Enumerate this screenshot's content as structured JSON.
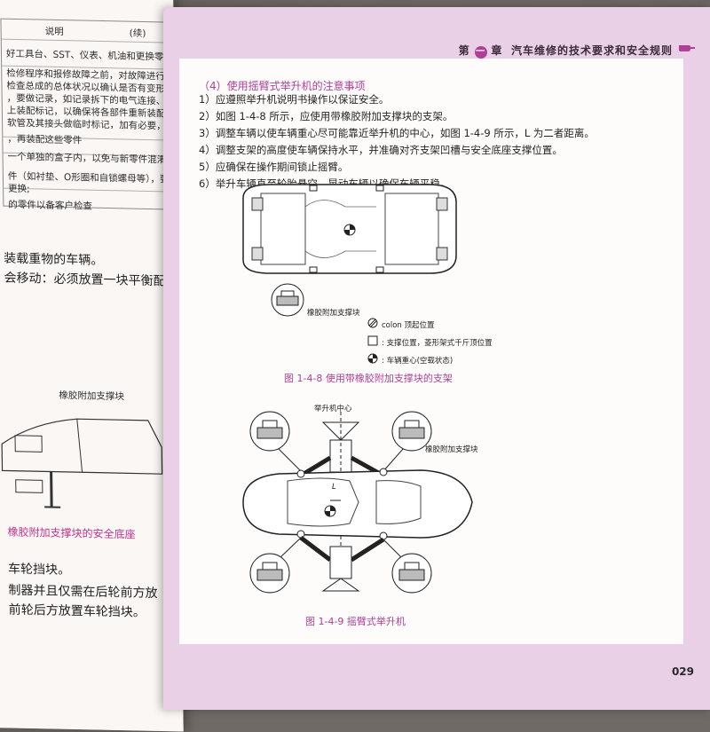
{
  "left_page": {
    "table_header": "说明",
    "table_header_cont": "(续)",
    "table_lines": [
      "好工具台、SST、仪表、机油和更换零件",
      "检修程序和报修故障之前，对故障进行诊断",
      "检查总成的总体状况以确认是否有变形和损坏",
      "，要做记录，如记录拆下的电气连接、螺栓或",
      "上装配标记，以确保将各部件重新装配到原来",
      "软管及其接头做临时标记，加有必要，请注明",
      "，再装配这些零件",
      "一个单独的盒子内，以免与新零件混淆或弄",
      "件（如衬垫、O形圈和自锁螺母等），要按照本",
      "更换;",
      "的零件以备客户检查"
    ],
    "text_block": [
      "装载重物的车辆。",
      "会移动：必须放置一块平衡配重以"
    ],
    "figure_label": "橡胶附加支撑块",
    "caption": "橡胶附加支撑块的安全底座",
    "bottom_lines": [
      "车轮挡块。",
      "制器并且仅需在后轮前方放",
      "前轮后方放置车轮挡块。"
    ]
  },
  "header": {
    "chapter_prefix": "第",
    "chapter_num": "一",
    "chapter_suffix": "章",
    "title": "汽车维修的技术要求和安全规则"
  },
  "section": {
    "title": "（4）使用摇臂式举升机的注意事项",
    "steps": [
      "1）应遵照举升机说明书操作以保证安全。",
      "2）如图 1-4-8 所示，应使用带橡胶附加支撑块的支架。",
      "3）调整车辆以使车辆重心尽可能靠近举升机的中心，如图 1-4-9 所示，L 为二者距离。",
      "4）调整支架的高度使车辆保持水平，并准确对齐支架凹槽与安全底座支撑位置。",
      "5）应确保在操作期间锁止摇臂。",
      "6）举升车辆直至轮胎悬空，晃动车辆以确保车辆平稳。"
    ]
  },
  "figure_1": {
    "block_label": "橡胶附加支撑块",
    "legend": [
      "顶起位置",
      "支撑位置，菱形架式千斤顶位置",
      "车辆重心(空载状态)"
    ],
    "legend_markers": [
      "colon",
      ":",
      ":"
    ],
    "caption": "图 1-4-8   使用带橡胶附加支撑块的支架"
  },
  "figure_2": {
    "center_label": "举升机中心",
    "block_label": "橡胶附加支撑块",
    "distance_label": "L",
    "caption": "图 1-4-9   摇臂式举升机"
  },
  "page_number": "029",
  "colors": {
    "accent": "#b03f98",
    "margin_pink": "#ead0e6"
  }
}
